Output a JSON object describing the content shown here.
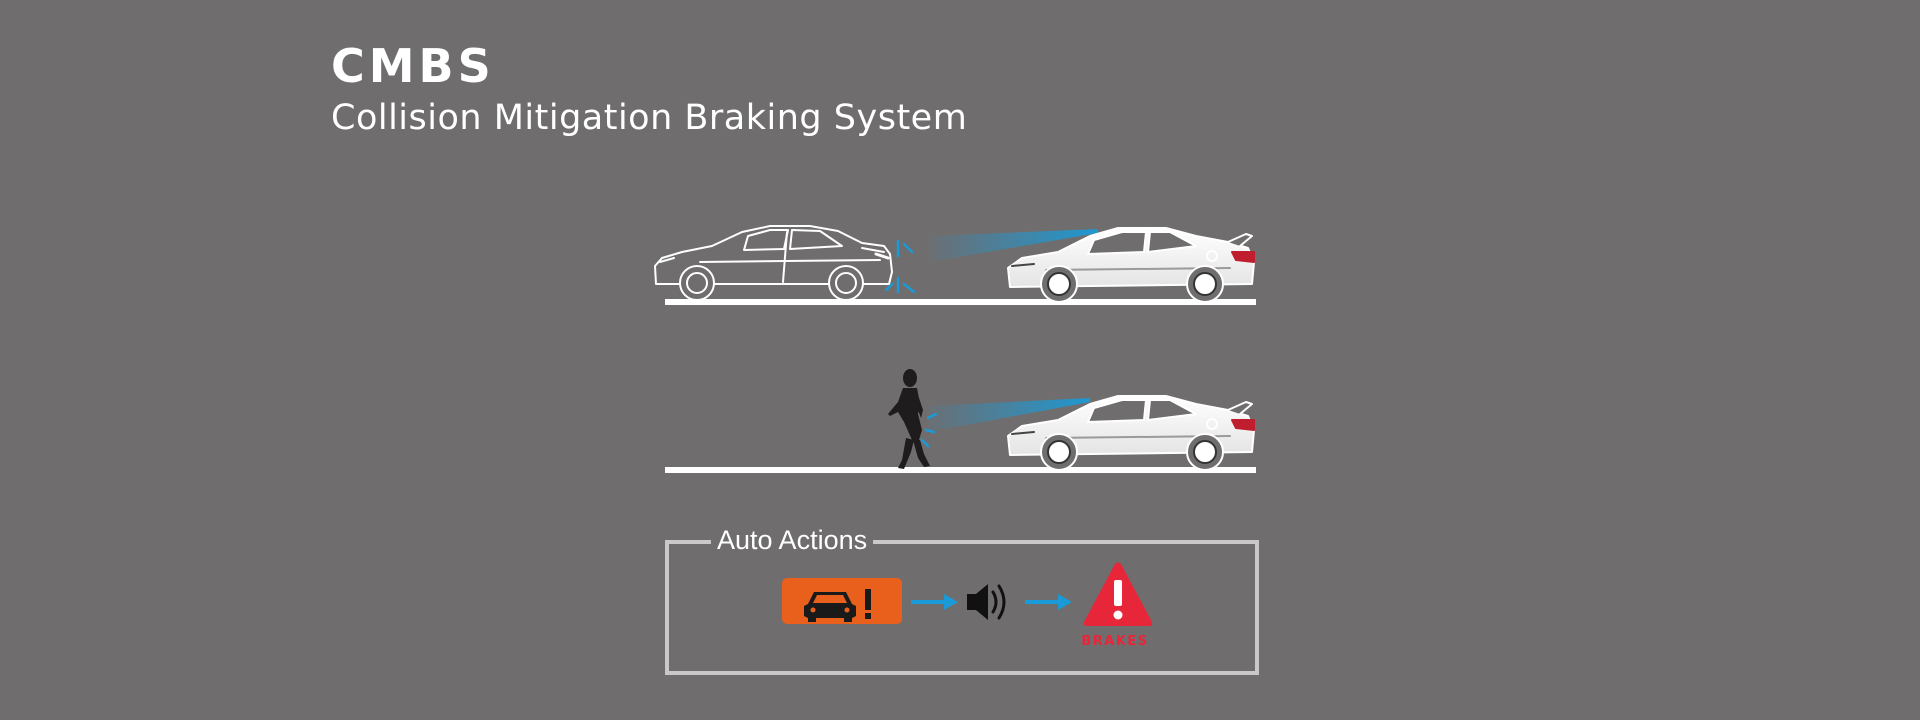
{
  "header": {
    "title": "CMBS",
    "subtitle": "Collision Mitigation Braking System"
  },
  "auto_actions": {
    "label": "Auto Actions",
    "steps": [
      {
        "icon": "forward-collision-warning-icon"
      },
      {
        "icon": "audible-alert-icon"
      },
      {
        "icon": "brake-warning-icon",
        "label": "BRAKES"
      }
    ]
  },
  "colors": {
    "background": "#6f6d6e",
    "sensor_beam": "#1a9ad6",
    "warning_orange": "#e8601c",
    "brake_red": "#e8263a",
    "road": "#ffffff",
    "frame": "#c9c9c9"
  }
}
